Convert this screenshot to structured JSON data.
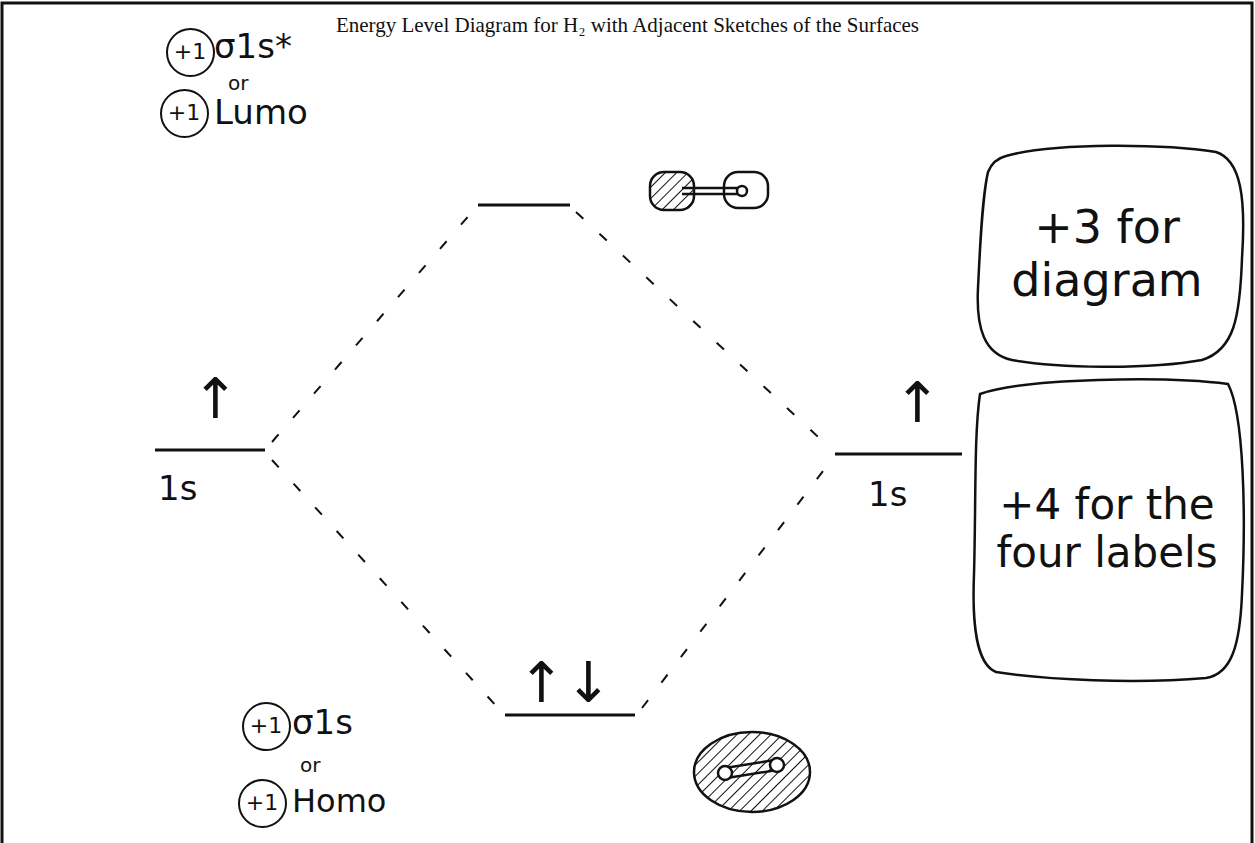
{
  "diagram": {
    "title": "Energy Level Diagram for H₂ with Adjacent Sketches of the Surfaces",
    "nodes": [
      {
        "text": [
          "+1"
        ]
      },
      {
        "text": [
          "+1"
        ]
      },
      {
        "text": [
          "+3 for diagram"
        ]
      },
      {
        "text": [
          "+4 for the four labels"
        ]
      },
      {
        "text": [
          "+1"
        ]
      },
      {
        "text": [
          "+1"
        ]
      }
    ],
    "labels": [
      "σ1s*",
      "or",
      "Lumo",
      "↑",
      "1s",
      "↑",
      "1s",
      "↑↓",
      "σ1s",
      "or",
      "Homo"
    ]
  }
}
